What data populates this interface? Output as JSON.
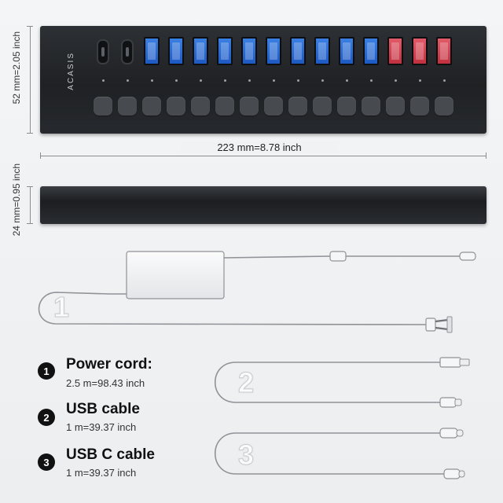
{
  "dimensions": {
    "height": "52 mm=2.05 inch",
    "length": "223 mm=8.78 inch",
    "thickness": "24 mm=0.95 inch"
  },
  "brand": "ACASIS",
  "ports": {
    "usb_c_count": 2,
    "blue_usb_count": 10,
    "red_usb_count": 3,
    "switch_count": 15
  },
  "accessories": [
    {
      "number": "1",
      "title": "Power cord:",
      "detail": "2.5 m=98.43 inch"
    },
    {
      "number": "2",
      "title": "USB cable",
      "detail": "1 m=39.37 inch"
    },
    {
      "number": "3",
      "title": "USB C cable",
      "detail": "1 m=39.37 inch"
    }
  ],
  "colors": {
    "hub_body": "#25282c",
    "usb_blue": "#2a6bd6",
    "usb_red": "#d23f4f",
    "cable_gray": "#8f9297"
  }
}
